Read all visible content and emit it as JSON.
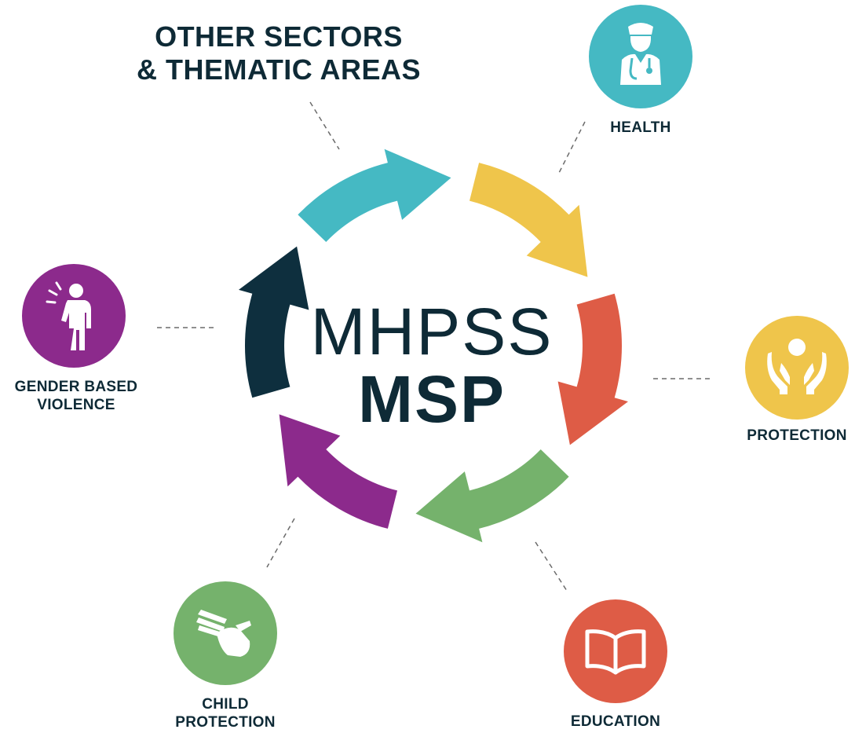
{
  "center": {
    "line1": "MHPSS",
    "line2": "MSP"
  },
  "sectors": [
    {
      "id": "other",
      "label": "OTHER SECTORS\n& THEMATIC AREAS",
      "color": "#0e2f3e",
      "icon": "none"
    },
    {
      "id": "health",
      "label": "HEALTH",
      "color": "#45b9c3",
      "icon": "health-worker-icon"
    },
    {
      "id": "protection",
      "label": "PROTECTION",
      "color": "#efc54b",
      "icon": "protecting-hands-icon"
    },
    {
      "id": "education",
      "label": "EDUCATION",
      "color": "#de5c46",
      "icon": "open-book-icon"
    },
    {
      "id": "child_protection",
      "label": "CHILD\nPROTECTION",
      "color": "#75b26c",
      "icon": "holding-hands-icon"
    },
    {
      "id": "gbv",
      "label": "GENDER BASED\nVIOLENCE",
      "color": "#8c2a8c",
      "icon": "struck-person-icon"
    }
  ],
  "colors": {
    "text": "#0e2a36",
    "connector": "#6b6b6b",
    "background": "#ffffff"
  }
}
